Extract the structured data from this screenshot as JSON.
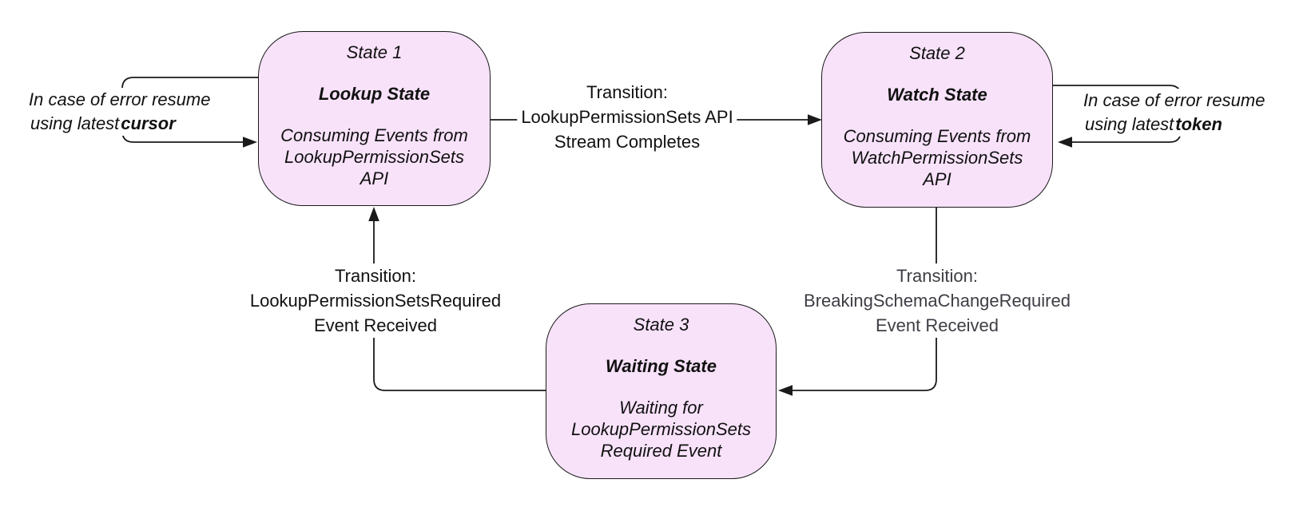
{
  "theme": {
    "background": "#ffffff",
    "state_fill": "#f8e2fa",
    "state_border": "#1a1a1a",
    "line_color": "#1a1a1a",
    "text_color": "#111111",
    "muted_text_color": "#3d3d45"
  },
  "states": {
    "state1": {
      "step": "State 1",
      "title": "Lookup State",
      "description": "Consuming Events from\nLookupPermissionSets\nAPI"
    },
    "state2": {
      "step": "State 2",
      "title": "Watch State",
      "description": "Consuming Events from\nWatchPermissionSets\nAPI"
    },
    "state3": {
      "step": "State 3",
      "title": "Waiting State",
      "description": "Waiting for\nLookupPermissionSets\nRequired Event"
    }
  },
  "transitions": {
    "lookup_to_watch": {
      "line1": "Transition:",
      "line2": "LookupPermissionSets API",
      "line3": "Stream Completes"
    },
    "waiting_to_lookup": {
      "line1": "Transition:",
      "line2": "LookupPermissionSetsRequired",
      "line3": "Event Received"
    },
    "watch_to_waiting": {
      "line1": "Transition:",
      "line2": "BreakingSchemaChangeRequired",
      "line3": "Event Received"
    }
  },
  "notes": {
    "cursor_note": {
      "line1": "In case of error resume",
      "line2_prefix": "using latest ",
      "line2_bold": "cursor"
    },
    "token_note": {
      "line1": "In case of error resume",
      "line2_prefix": "using latest ",
      "line2_bold": "token"
    }
  }
}
